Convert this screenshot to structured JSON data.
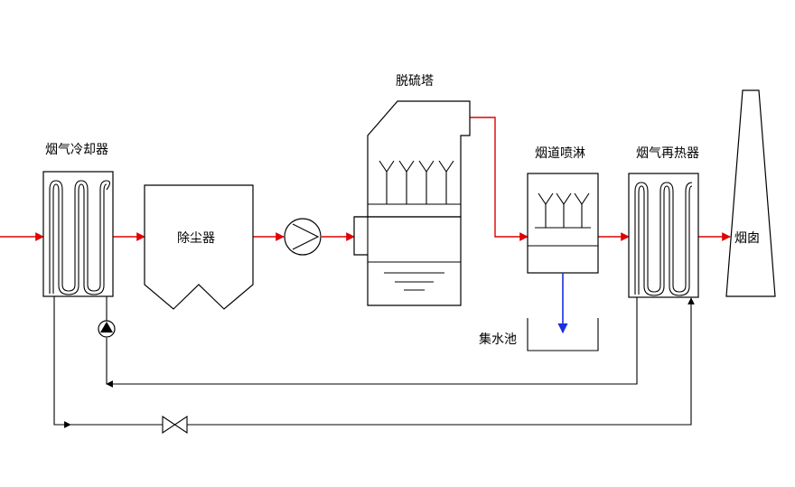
{
  "labels": {
    "flue_gas_cooler": "烟气冷却器",
    "dust_collector": "除尘器",
    "desulfurization_tower": "脱硫塔",
    "flue_spray": "烟道喷淋",
    "flue_gas_reheater": "烟气再热器",
    "chimney": "烟囱",
    "water_collection_pool": "集水池"
  },
  "colors": {
    "flue_gas_line": "#e00000",
    "drain_line": "#1a2fe0",
    "water_line": "#000000"
  }
}
